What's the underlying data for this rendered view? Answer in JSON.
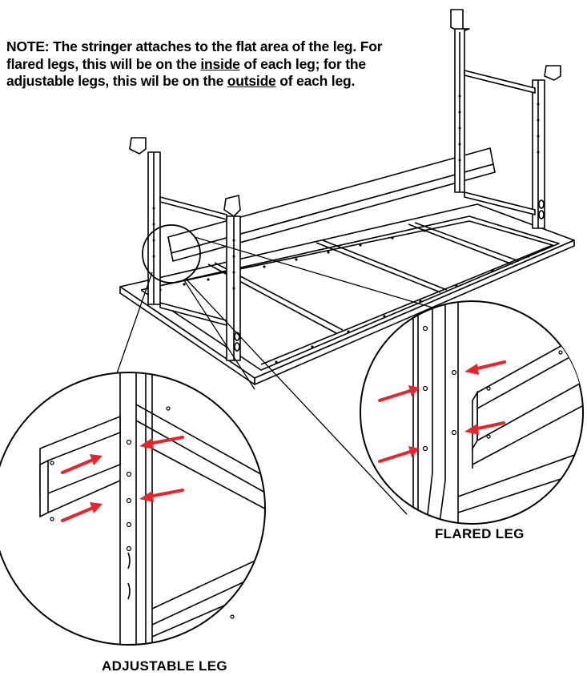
{
  "note": {
    "prefix": "NOTE: The stringer attaches to the flat area of the leg. For flared legs, this will be on the ",
    "inside": "inside",
    "middle": " of each leg; for the adjustable legs, this wil be on the ",
    "outside": "outside",
    "suffix": " of each leg."
  },
  "callouts": {
    "flared_label": "FLARED LEG",
    "adjustable_label": "ADJUSTABLE LEG"
  },
  "colors": {
    "arrow": "#e5262d",
    "line": "#000000",
    "background": "#ffffff"
  },
  "icons": {
    "arrow": "red-arrow-icon",
    "hole": "bolt-hole-icon"
  }
}
